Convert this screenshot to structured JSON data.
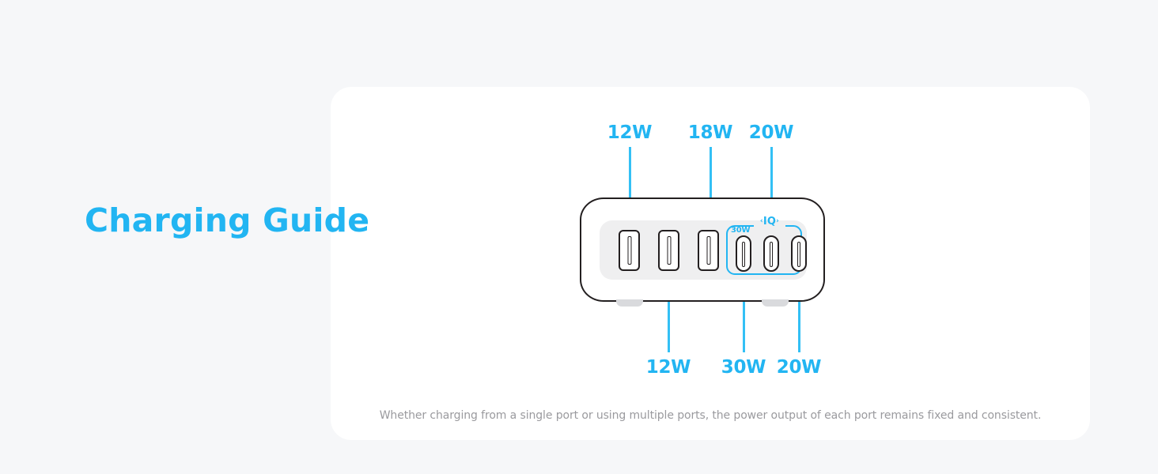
{
  "page": {
    "background_color": "#f6f7f9",
    "accent_color": "#22b5f2",
    "outline_color": "#231f20",
    "panel_color": "#efeff0",
    "caption_color": "#9a9a9e"
  },
  "heading": {
    "text": "Charging Guide"
  },
  "card": {
    "background_color": "#ffffff"
  },
  "diagram": {
    "device_name": "multi-port charger",
    "top_labels": [
      {
        "text": "12W",
        "port": "usb-a-1"
      },
      {
        "text": "18W",
        "port": "usb-a-3"
      },
      {
        "text": "20W",
        "port": "usb-c-2"
      }
    ],
    "bottom_labels": [
      {
        "text": "12W",
        "port": "usb-a-2"
      },
      {
        "text": "30W",
        "port": "usb-c-1"
      },
      {
        "text": "20W",
        "port": "usb-c-3"
      }
    ],
    "iq_group": {
      "badge": "IQ",
      "badge_left_tick": "‹",
      "badge_right_tick": "›",
      "inner_label": "30W"
    },
    "ports": [
      {
        "name": "usb-a-1",
        "type": "USB-A"
      },
      {
        "name": "usb-a-2",
        "type": "USB-A"
      },
      {
        "name": "usb-a-3",
        "type": "USB-A"
      },
      {
        "name": "usb-c-1",
        "type": "USB-C"
      },
      {
        "name": "usb-c-2",
        "type": "USB-C"
      },
      {
        "name": "usb-c-3",
        "type": "USB-C"
      }
    ]
  },
  "caption": {
    "text": "Whether charging from a single port or using multiple ports, the power output of each port remains fixed and consistent."
  }
}
